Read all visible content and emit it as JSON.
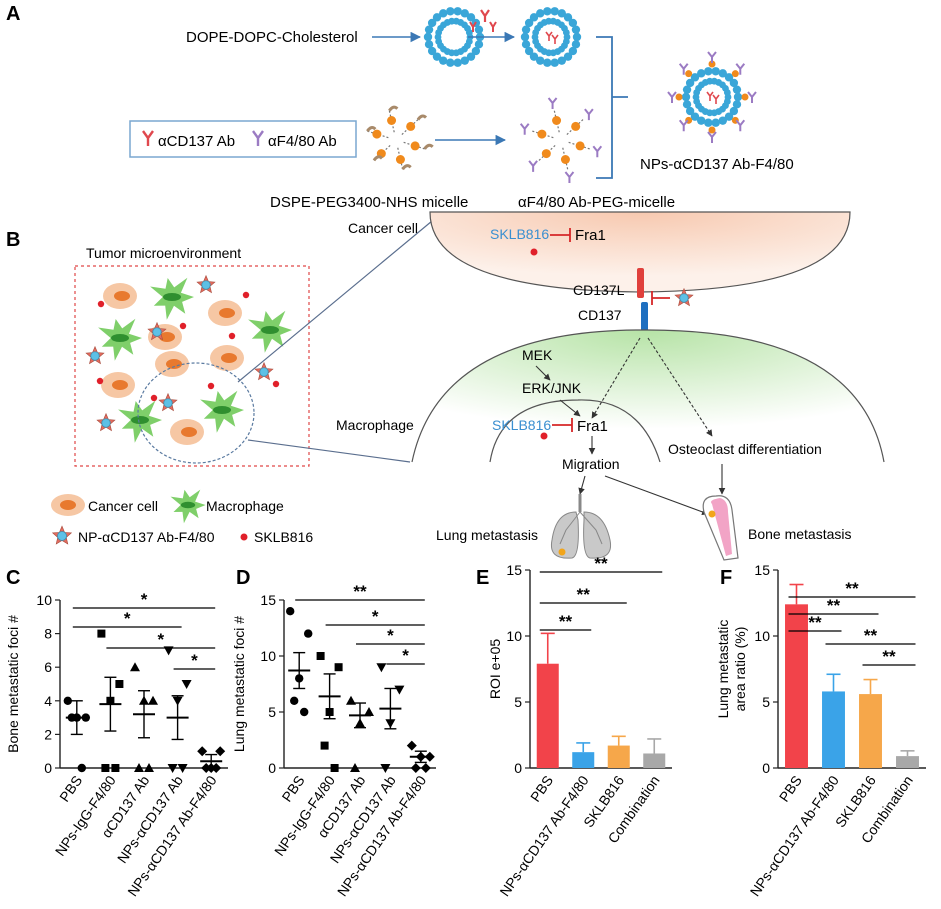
{
  "panel_a": {
    "label": "A",
    "lipids": "DOPE-DOPC-Cholesterol",
    "legend_cd137": "αCD137 Ab",
    "legend_f480": "αF4/80 Ab",
    "micelle": "DSPE-PEG3400-NHS micelle",
    "ab_micelle": "αF4/80 Ab-PEG-micelle",
    "product": "NPs-αCD137 Ab-F4/80"
  },
  "panel_b": {
    "label": "B",
    "tme_title": "Tumor microenvironment",
    "legend_cancer": "Cancer cell",
    "legend_macrophage": "Macrophage",
    "legend_np": "NP-αCD137 Ab-F4/80",
    "legend_sklb": "SKLB816",
    "cancer_cell": "Cancer cell",
    "sklb_top": "SKLB816",
    "fra1_top": "Fra1",
    "cd137l": "CD137L",
    "cd137": "CD137",
    "mek": "MEK",
    "erk": "ERK/JNK",
    "macrophage": "Macrophage",
    "sklb_bottom": "SKLB816",
    "fra1_bottom": "Fra1",
    "migration": "Migration",
    "osteoclast": "Osteoclast differentiation",
    "lung_met": "Lung metastasis",
    "bone_met": "Bone metastasis",
    "colors": {
      "sklb": "#3a8fd0",
      "inhibit": "#d62728",
      "cancer": "#f6c7a4",
      "macrophage": "#6cc16c",
      "dot": "#e0202a"
    }
  },
  "chart_data": [
    {
      "panel": "C",
      "type": "scatter",
      "ylabel": "Bone metastatic foci #",
      "ylim": [
        0,
        10
      ],
      "yticks": [
        0,
        2,
        4,
        6,
        8,
        10
      ],
      "categories": [
        "PBS",
        "NPs-IgG-F4/80",
        "αCD137 Ab",
        "NPs-αCD137 Ab",
        "NPs-αCD137 Ab-F4/80"
      ],
      "points": [
        [
          4,
          3,
          3,
          3,
          0
        ],
        [
          8,
          5,
          4,
          0,
          0
        ],
        [
          6,
          4,
          4,
          0,
          0
        ],
        [
          7,
          5,
          4,
          0,
          0
        ],
        [
          1,
          1,
          0,
          0,
          0
        ]
      ],
      "means": [
        3.0,
        3.8,
        3.2,
        3.0,
        0.4
      ],
      "sem": [
        1.0,
        1.6,
        1.4,
        1.3,
        0.4
      ],
      "significance": [
        "*",
        "*",
        "*",
        "*"
      ]
    },
    {
      "panel": "D",
      "type": "scatter",
      "ylabel": "Lung metastatic foci #",
      "ylim": [
        0,
        15
      ],
      "yticks": [
        0,
        5,
        10,
        15
      ],
      "categories": [
        "PBS",
        "NPs-IgG-F4/80",
        "αCD137 Ab",
        "NPs-αCD137 Ab",
        "NPs-αCD137 Ab-F4/80"
      ],
      "points": [
        [
          14,
          12,
          8,
          6,
          5
        ],
        [
          10,
          9,
          5,
          2,
          0
        ],
        [
          6,
          5,
          4,
          0
        ],
        [
          9,
          7,
          4,
          0
        ],
        [
          2,
          1,
          1,
          0,
          0
        ]
      ],
      "means": [
        8.7,
        6.4,
        4.7,
        5.3,
        1.0
      ],
      "sem": [
        1.6,
        2.0,
        1.1,
        1.8,
        0.5
      ],
      "significance": [
        "**",
        "*",
        "*",
        "*"
      ]
    },
    {
      "panel": "E",
      "type": "bar",
      "ylabel": "ROI e+05",
      "ylim": [
        0,
        15
      ],
      "yticks": [
        0,
        5,
        10,
        15
      ],
      "categories": [
        "PBS",
        "NPs-αCD137 Ab-F4/80",
        "SKLB816",
        "Combination"
      ],
      "values": [
        7.9,
        1.2,
        1.7,
        1.1
      ],
      "errors": [
        2.3,
        0.7,
        0.7,
        1.1
      ],
      "colors": [
        "#f2434a",
        "#3aa3e8",
        "#f6a74a",
        "#a8a8a8"
      ],
      "significance": [
        "**",
        "**",
        "**"
      ]
    },
    {
      "panel": "F",
      "type": "bar",
      "ylabel": "Lung metastatic area ratio (%)",
      "ylim": [
        0,
        15
      ],
      "yticks": [
        0,
        5,
        10,
        15
      ],
      "categories": [
        "PBS",
        "NPs-αCD137 Ab-F4/80",
        "SKLB816",
        "Combination"
      ],
      "values": [
        12.4,
        5.8,
        5.6,
        0.9
      ],
      "errors": [
        1.5,
        1.3,
        1.1,
        0.4
      ],
      "colors": [
        "#f2434a",
        "#3aa3e8",
        "#f6a74a",
        "#a8a8a8"
      ],
      "significance": [
        "**",
        "**",
        "**",
        "**",
        "**"
      ]
    }
  ]
}
